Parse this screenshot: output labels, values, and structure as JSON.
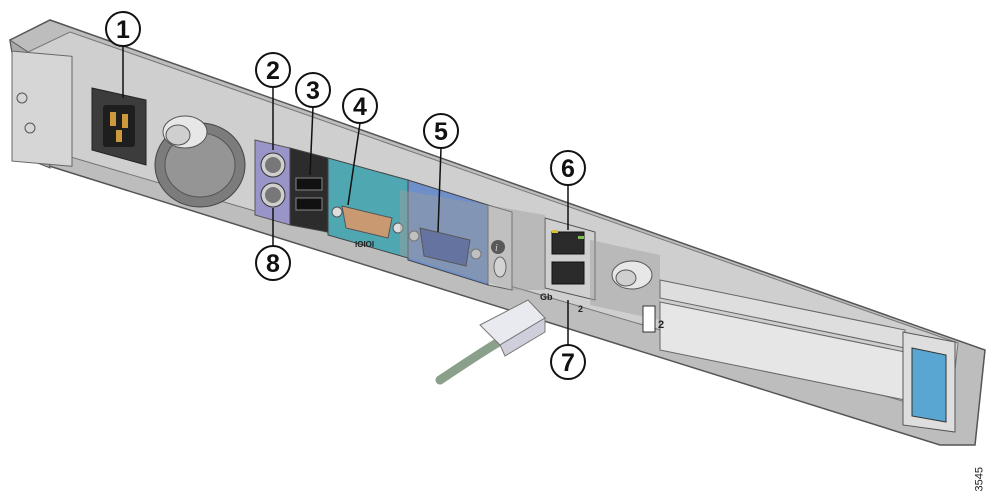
{
  "figure": {
    "figure_id": "3545"
  },
  "callouts": [
    {
      "number": "1"
    },
    {
      "number": "2"
    },
    {
      "number": "3"
    },
    {
      "number": "4"
    },
    {
      "number": "5"
    },
    {
      "number": "6"
    },
    {
      "number": "7"
    },
    {
      "number": "8"
    }
  ],
  "panel_labels": {
    "ethernet": "Gb",
    "ethernet_port": "2",
    "serial": "IOIOI",
    "pcie_slot": "2",
    "info": "i"
  },
  "colors": {
    "chassis": "#c9c9c9",
    "chassis_dark": "#8f8f8f",
    "panel_teal": "#4fa7b1",
    "panel_blue": "#6e8fc9",
    "panel_purple": "#9a95c9",
    "callout_fill": "#ffffff",
    "callout_stroke": "#111111",
    "handle_blue": "#5aa6d2"
  }
}
